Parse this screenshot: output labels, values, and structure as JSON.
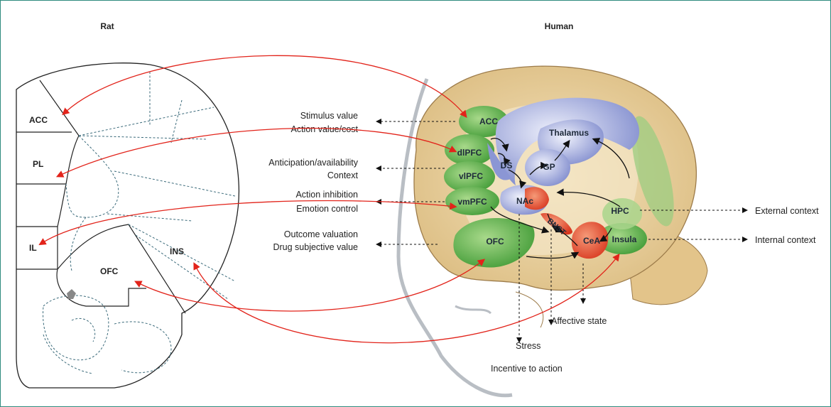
{
  "titles": {
    "rat": "Rat",
    "human": "Human"
  },
  "rat_regions": {
    "acc": "ACC",
    "pl": "PL",
    "il": "IL",
    "ofc": "OFC",
    "ins": "INS"
  },
  "human_regions": {
    "acc": "ACC",
    "dlpfc": "dlPFC",
    "vlpfc": "vlPFC",
    "vmpfc": "vmPFC",
    "ofc": "OFC",
    "ds": "DS",
    "gp": "GP",
    "thalamus": "Thalamus",
    "nac": "NAc",
    "bnst": "BNST",
    "cea": "CeA",
    "hpc": "HPC",
    "insula": "Insula"
  },
  "functions": {
    "stimulus_value": "Stimulus value",
    "action_value_cost": "Action value/cost",
    "anticipation": "Anticipation/availability",
    "context": "Context",
    "action_inhibition": "Action inhibition",
    "emotion_control": "Emotion control",
    "outcome_valuation": "Outcome valuation",
    "drug_subjective_value": "Drug subjective value",
    "external_context": "External context",
    "internal_context": "Internal context",
    "affective_state": "Affective state",
    "stress": "Stress",
    "incentive_to_action": "Incentive to action"
  },
  "colors": {
    "frame": "#2e8b7e",
    "homology_arrow": "#e2231a",
    "brain": "#e8cf9c",
    "prefrontal": "#5fae4a",
    "striatum": "#8b96d4",
    "amygdala": "#e8503a"
  }
}
